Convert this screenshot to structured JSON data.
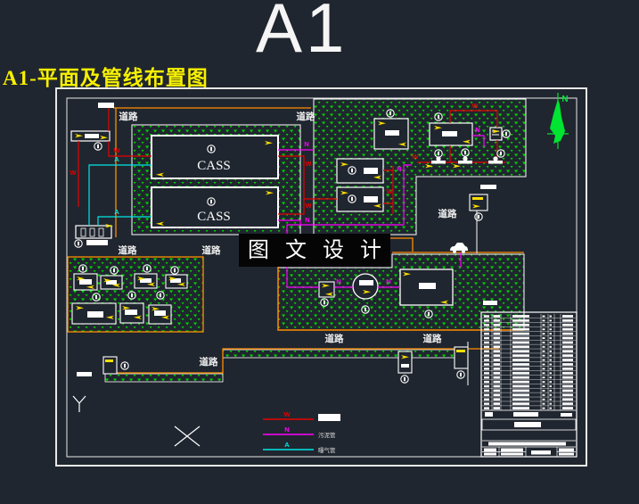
{
  "page": {
    "size_label": "A1",
    "title": "A1-平面及管线布置图",
    "watermark": "图 文 设 计"
  },
  "labels": {
    "road": "道路",
    "cass": "CASS",
    "north": "N",
    "pipe_w": "W",
    "pipe_n": "N",
    "pipe_a": "A"
  },
  "legend": {
    "entries": [
      {
        "code": "W",
        "color": "#e80000",
        "name": ""
      },
      {
        "code": "N",
        "color": "#ff00ff",
        "name": "污泥管"
      },
      {
        "code": "A",
        "color": "#00e8e8",
        "name": "曝气管"
      }
    ]
  },
  "colors": {
    "background": "#20262f",
    "hatch_green": "#00d400",
    "road_orange": "#ff8c00",
    "sewage_red": "#e80000",
    "sludge_magenta": "#ff00ff",
    "air_cyan": "#00e8e8",
    "arrow_yellow": "#ffe000",
    "line_white": "#ffffff",
    "watermark_bg": "#050505"
  }
}
